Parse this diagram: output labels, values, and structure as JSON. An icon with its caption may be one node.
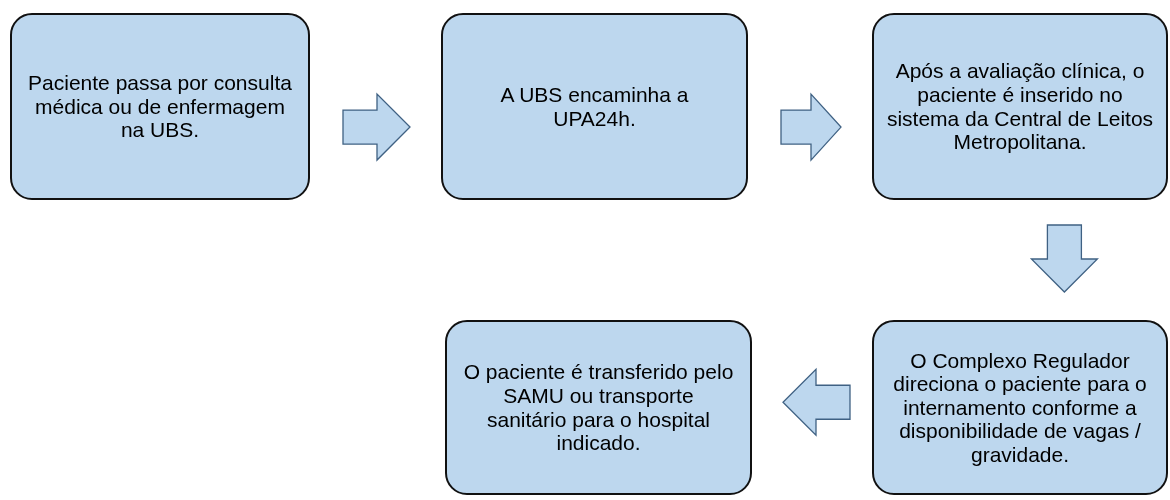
{
  "diagram": {
    "nodes": [
      {
        "text": [
          "Paciente passa por consulta médica ou de enfermagem na UBS."
        ]
      },
      {
        "text": [
          "A UBS encaminha a UPA24h."
        ]
      },
      {
        "text": [
          "Após a avaliação clínica, o paciente é inserido no sistema da Central de Leitos Metropolitana."
        ]
      },
      {
        "text": [
          "O Complexo Regulador direciona o paciente para o internamento conforme a disponibilidade de vagas / gravidade."
        ]
      },
      {
        "text": [
          "O paciente é transferido pelo SAMU ou transporte sanitário para o hospital indicado."
        ]
      }
    ],
    "edges": [
      {
        "from": 0,
        "to": 1,
        "arrow": "to"
      },
      {
        "from": 1,
        "to": 2,
        "arrow": "to"
      },
      {
        "from": 2,
        "to": 3,
        "arrow": "to"
      },
      {
        "from": 3,
        "to": 4,
        "arrow": "to"
      }
    ]
  }
}
